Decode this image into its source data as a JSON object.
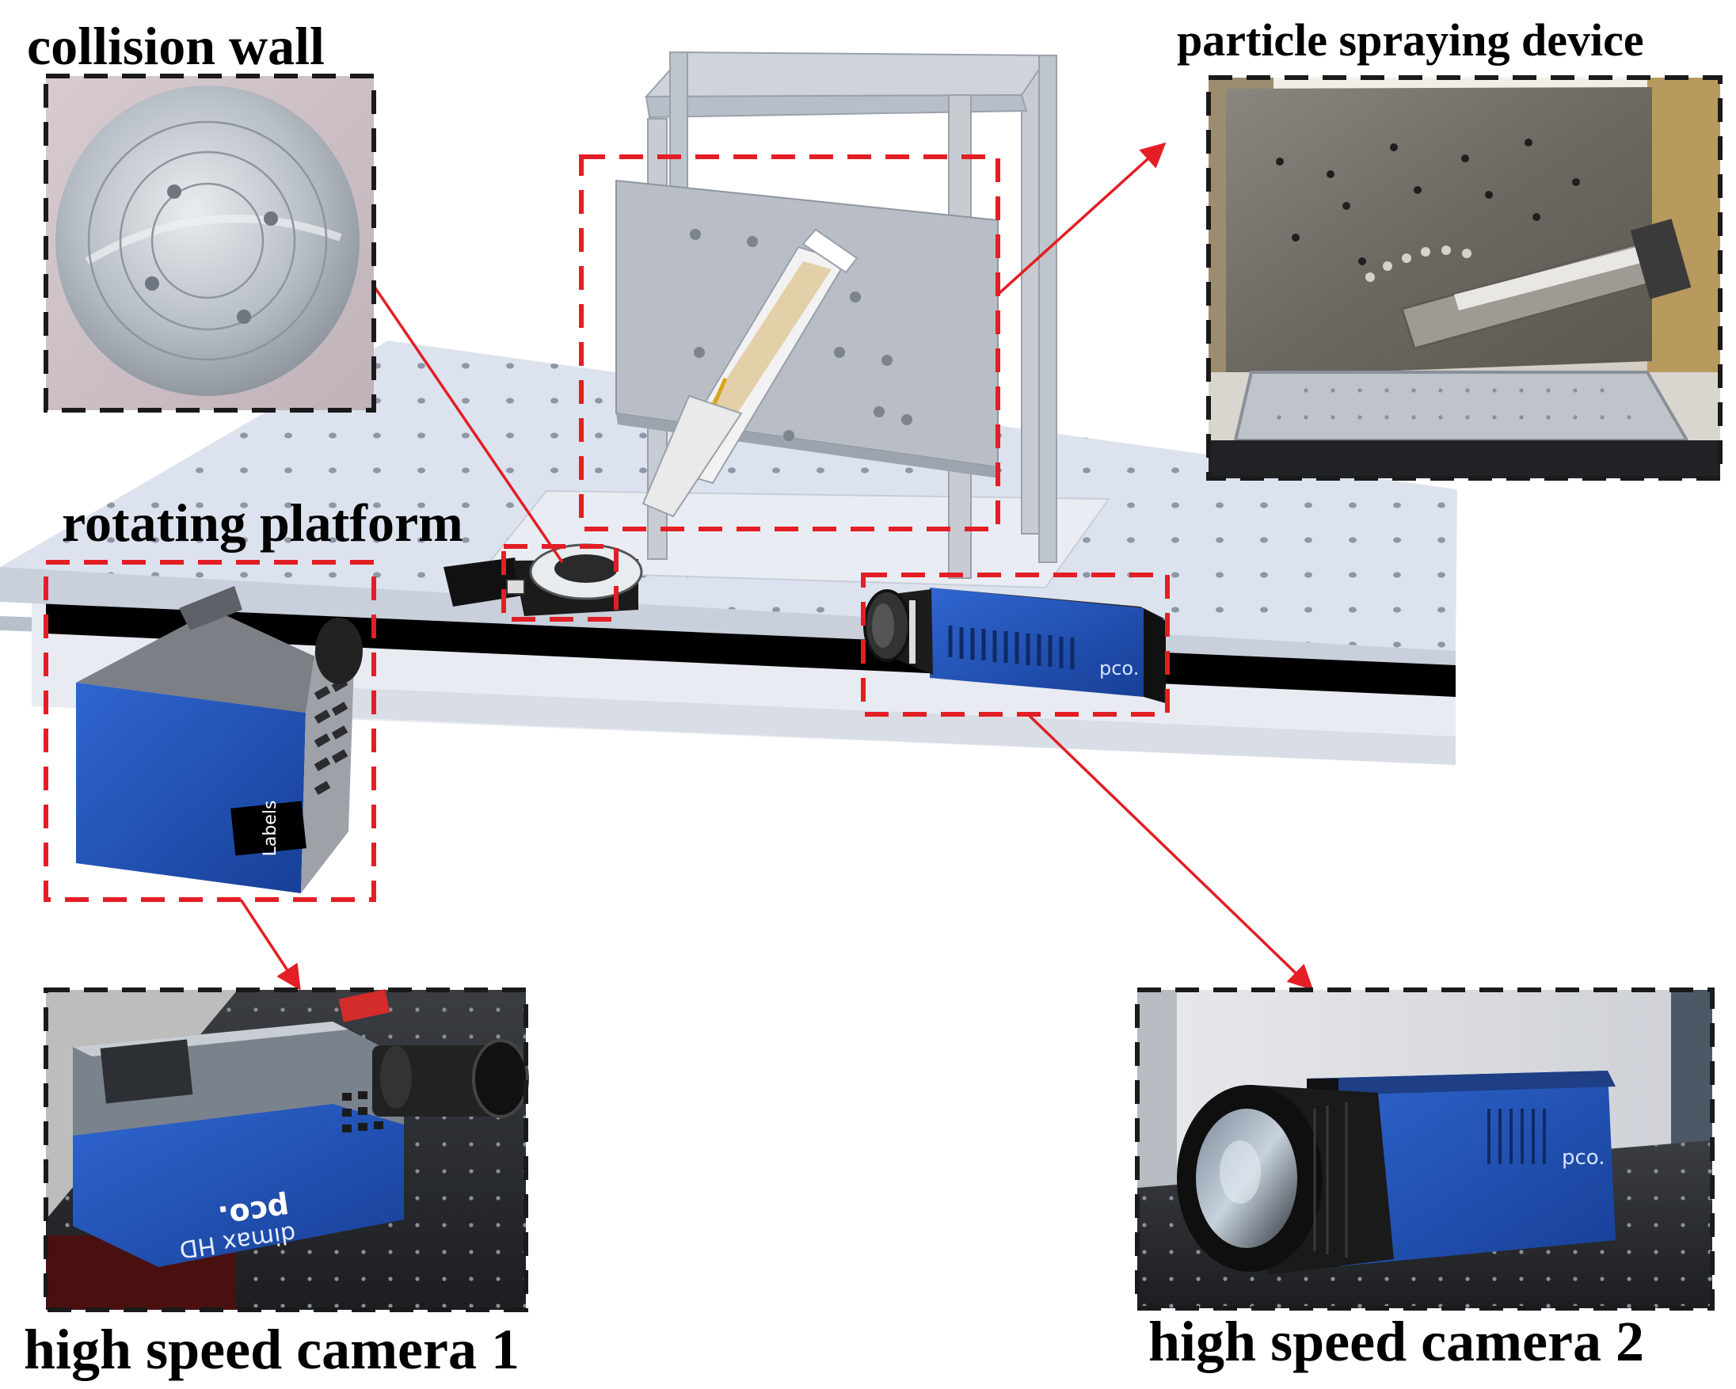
{
  "labels": {
    "collision_wall": "collision wall",
    "rotating_platform": "rotating platform",
    "particle_spraying_device": "particle spraying device",
    "high_speed_camera_1": "high speed camera 1",
    "high_speed_camera_2": "high speed camera 2"
  },
  "device_text": {
    "camera1_side_label": "Labels",
    "camera2_brand": "pco.",
    "photo1_brand": "pco.",
    "photo1_model": "dimax HD",
    "photo2_brand": "pco."
  },
  "colors": {
    "highlight_dash": "#e31e24",
    "callout_arrow": "#e31e24",
    "photo_frame": "#1a1a1a",
    "table_top": "#dde3ee",
    "camera_blue": "#1d4fb8",
    "frame_gray": "#c7ccd3"
  }
}
